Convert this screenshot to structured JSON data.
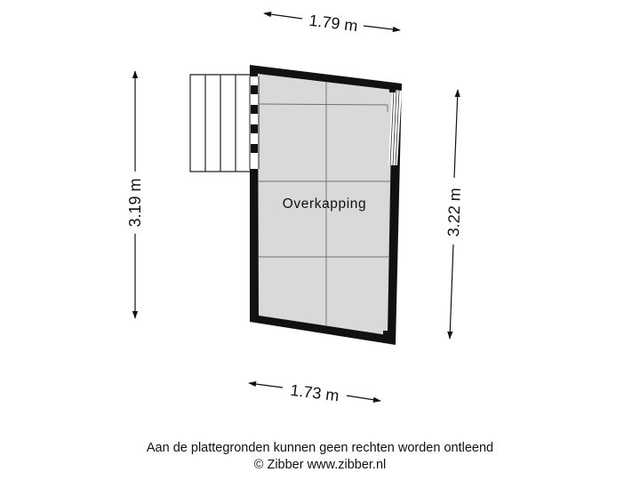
{
  "room": {
    "label": "Overkapping"
  },
  "dimensions": {
    "top": "1.79 m",
    "bottom": "1.73 m",
    "left": "3.19 m",
    "right": "3.22 m"
  },
  "footer": {
    "disclaimer": "Aan de plattegronden kunnen geen rechten worden ontleend",
    "copyright": "© Zibber www.zibber.nl"
  },
  "colors": {
    "wall": "#111111",
    "floor": "#d9d9d9",
    "tile_lines": "#6e6e6e",
    "steps": "#ffffff"
  }
}
